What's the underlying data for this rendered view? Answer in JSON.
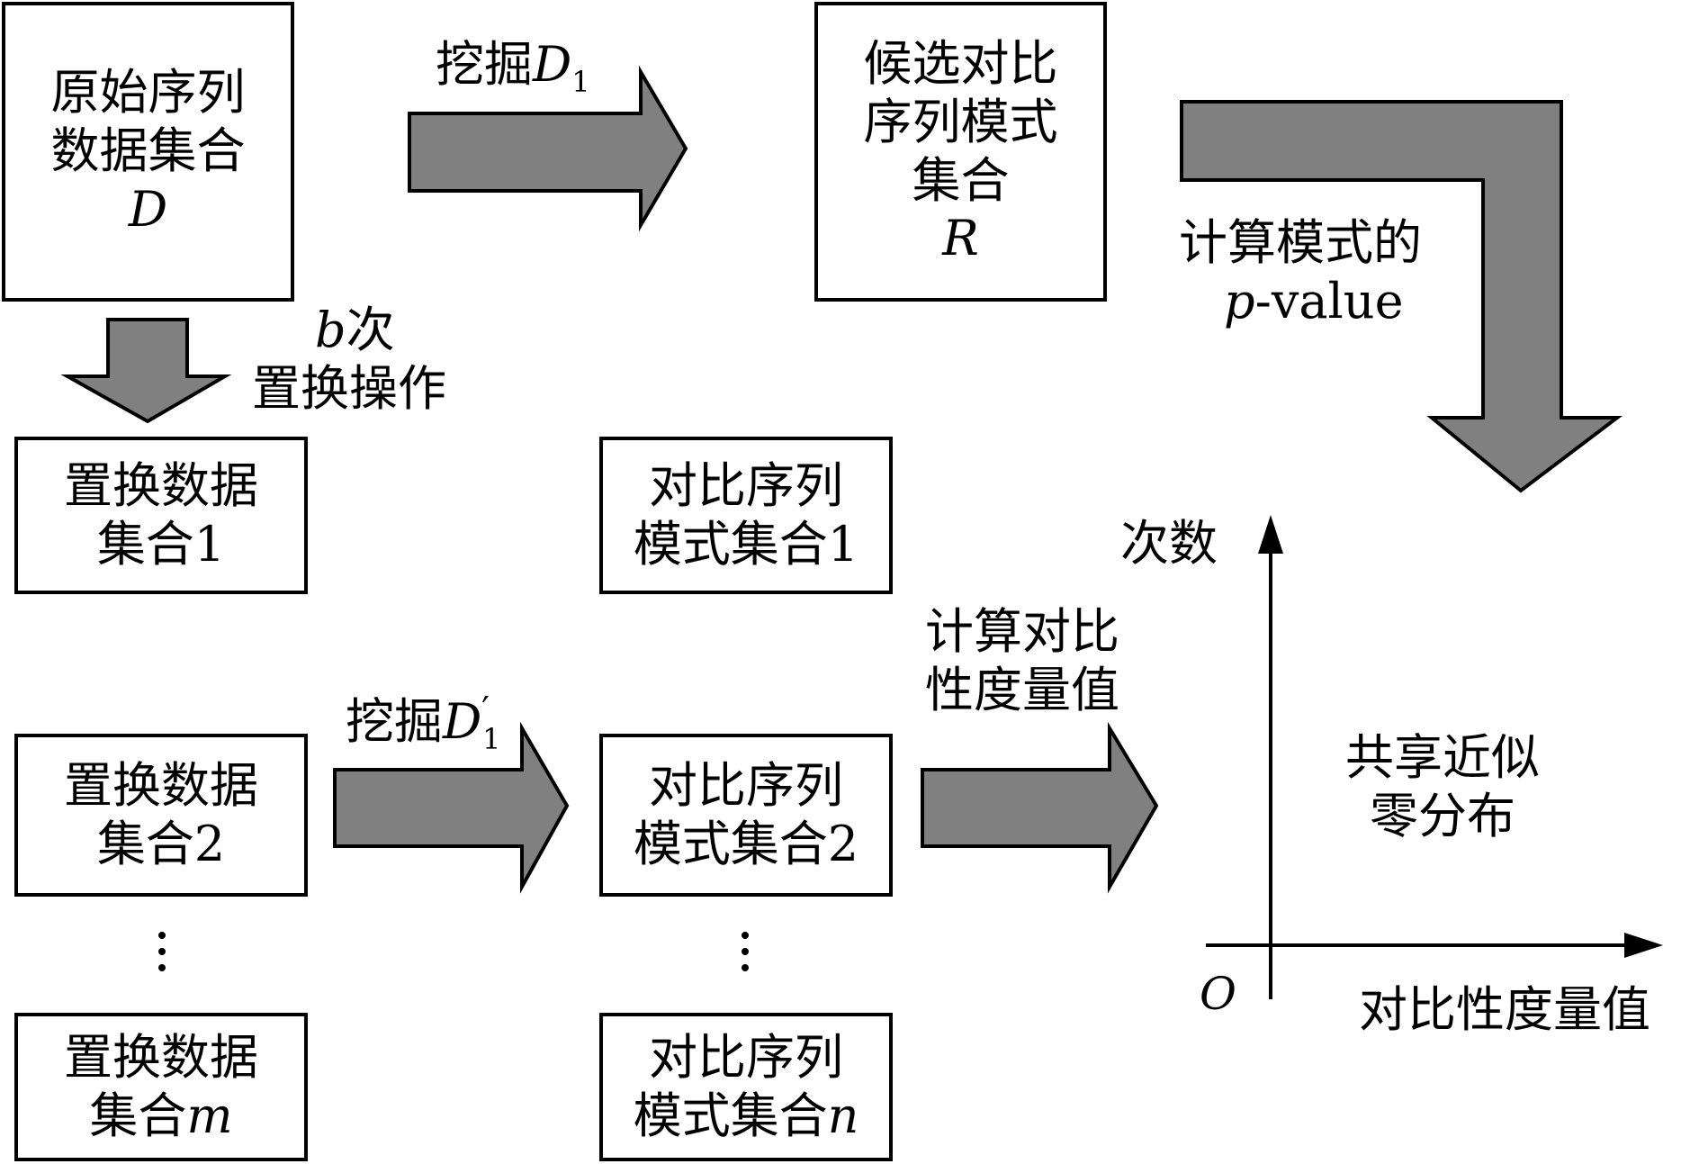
{
  "boxes": {
    "original": {
      "line1": "原始序列",
      "line2": "数据集合",
      "line3": "D"
    },
    "candidate": {
      "line1": "候选对比",
      "line2": "序列模式",
      "line3": "集合",
      "line4": "R"
    },
    "perm1": {
      "line1": "置换数据",
      "line2": "集合1"
    },
    "perm2": {
      "line1": "置换数据",
      "line2": "集合2"
    },
    "permm": {
      "line1": "置换数据",
      "line2_prefix": "集合",
      "line2_var": "m"
    },
    "pattern1": {
      "line1": "对比序列",
      "line2": "模式集合1"
    },
    "pattern2": {
      "line1": "对比序列",
      "line2": "模式集合2"
    },
    "patternn": {
      "line1": "对比序列",
      "line2_prefix": "模式集合",
      "line2_var": "n"
    }
  },
  "labels": {
    "mine_d1": {
      "text": "挖掘",
      "var": "D",
      "sub": "1"
    },
    "mine_d1_prime": {
      "text": "挖掘",
      "var": "D",
      "sub": "1",
      "prime": "′"
    },
    "permute_var": "b",
    "permute_line1": "次",
    "permute_line2": "置换操作",
    "compute_pvalue_line1": "计算模式的",
    "compute_pvalue_var": "p",
    "compute_pvalue_rest": "-value",
    "compute_contrast_line1": "计算对比",
    "compute_contrast_line2": "性度量值",
    "shared_line1": "共享近似",
    "shared_line2": "零分布"
  },
  "axes": {
    "y_label": "次数",
    "x_label": "对比性度量值",
    "origin": "O"
  },
  "colors": {
    "arrow_fill": "#808080",
    "stroke": "#000000"
  }
}
